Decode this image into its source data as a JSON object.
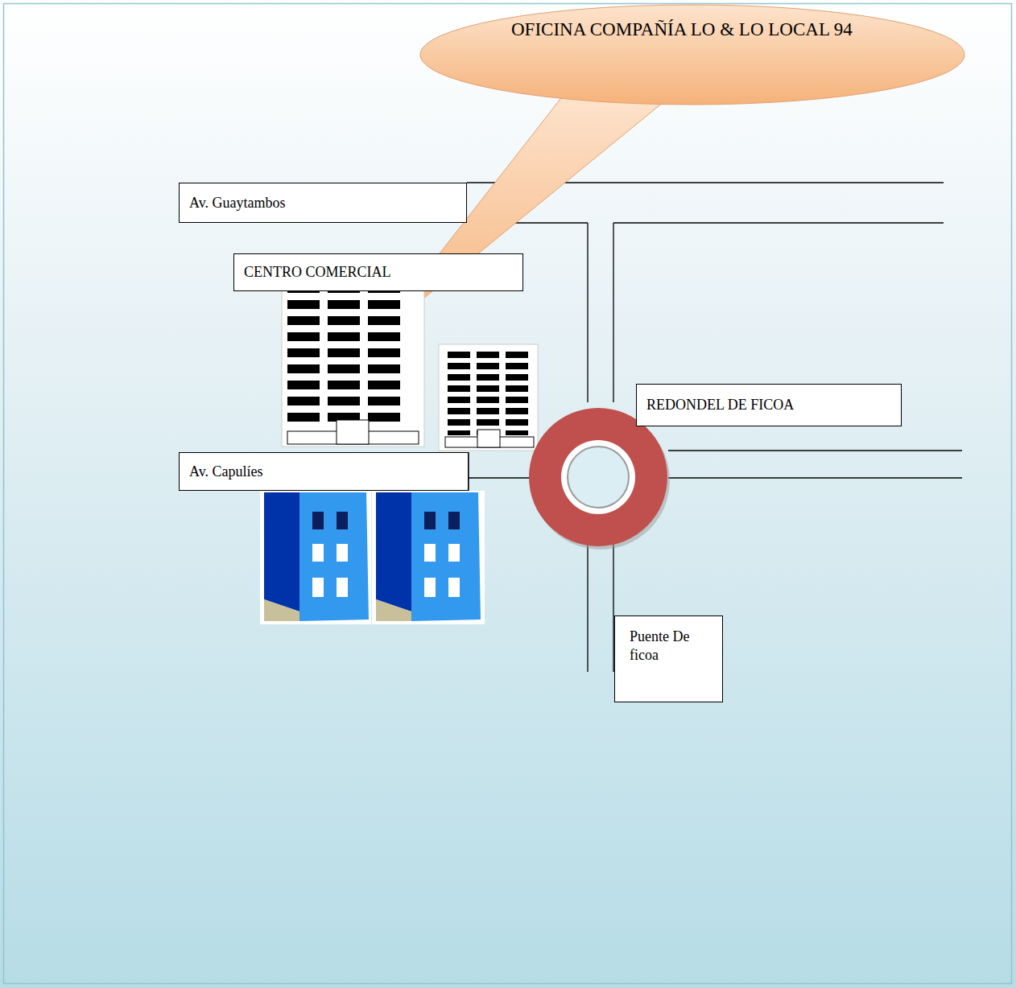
{
  "diagram": {
    "nodes": [
      {
        "text": [
          "OFICINA COMPAÑÍA LO & LO LOCAL 94"
        ]
      },
      {
        "text": [
          "Av. Guaytambos"
        ]
      },
      {
        "text": [
          "CENTRO COMERCIAL"
        ]
      },
      {
        "text": [
          "REDONDEL DE FICOA"
        ]
      },
      {
        "text": [
          "Av. Capulíes"
        ]
      },
      {
        "text": [
          "Puente De ficoa"
        ]
      }
    ]
  }
}
